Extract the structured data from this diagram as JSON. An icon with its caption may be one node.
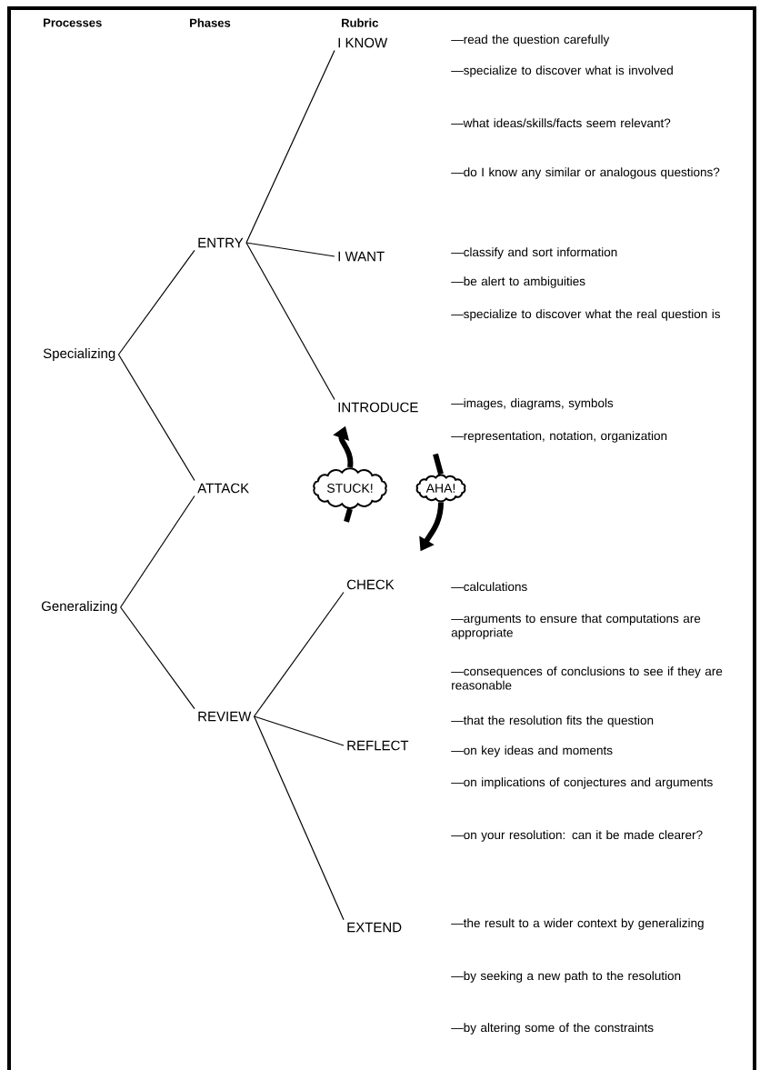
{
  "diagram": {
    "nodes": [
      {
        "text": [
          "Specializing"
        ]
      },
      {
        "text": [
          "Generalizing"
        ]
      },
      {
        "text": [
          "ENTRY"
        ]
      },
      {
        "text": [
          "ATTACK"
        ]
      },
      {
        "text": [
          "REVIEW"
        ]
      },
      {
        "text": [
          "I KNOW"
        ],
        "beside": [
          "—read the question carefully",
          "—specialize to discover what is involved",
          "—what ideas/skills/facts seem relevant?",
          "—do I know any similar or analogous questions?"
        ]
      },
      {
        "text": [
          "I WANT"
        ],
        "beside": [
          "—classify and sort information",
          "—be alert to ambiguities",
          "—specialize to discover what the real question is"
        ]
      },
      {
        "text": [
          "INTRODUCE"
        ],
        "beside": [
          "—images, diagrams, symbols",
          "—representation, notation, organization"
        ]
      },
      {
        "text": [
          "CHECK"
        ],
        "beside": [
          "—calculations",
          "—arguments to ensure that computations are appropriate",
          "—consequences of conclusions to see if they are reasonable",
          "—that the resolution fits the question"
        ]
      },
      {
        "text": [
          "REFLECT"
        ],
        "beside": [
          "—on key ideas and moments",
          "—on implications of conjectures and arguments",
          "—on your resolution: can it be made clearer?"
        ]
      },
      {
        "text": [
          "EXTEND"
        ],
        "beside": [
          "—the result to a wider context by generalizing",
          "—by seeking a new path to the resolution",
          "—by altering some of the constraints"
        ]
      },
      {
        "text": [
          "STUCK!"
        ]
      },
      {
        "text": [
          "AHA!"
        ]
      }
    ],
    "edges": [
      {
        "from": 0,
        "to": 2,
        "arrow": "none"
      },
      {
        "from": 0,
        "to": 3,
        "arrow": "none"
      },
      {
        "from": 1,
        "to": 3,
        "arrow": "none"
      },
      {
        "from": 1,
        "to": 4,
        "arrow": "none"
      },
      {
        "from": 2,
        "to": 5,
        "arrow": "none"
      },
      {
        "from": 2,
        "to": 6,
        "arrow": "none"
      },
      {
        "from": 2,
        "to": 7,
        "arrow": "none"
      },
      {
        "from": 4,
        "to": 8,
        "arrow": "none"
      },
      {
        "from": 4,
        "to": 9,
        "arrow": "none"
      },
      {
        "from": 4,
        "to": 10,
        "arrow": "none"
      },
      {
        "from": 11,
        "to": 7,
        "arrow": "to",
        "style": "thick"
      },
      {
        "from": 12,
        "to": 8,
        "arrow": "to",
        "style": "thick"
      }
    ],
    "labels": [
      "Processes",
      "Phases",
      "Rubric"
    ]
  }
}
